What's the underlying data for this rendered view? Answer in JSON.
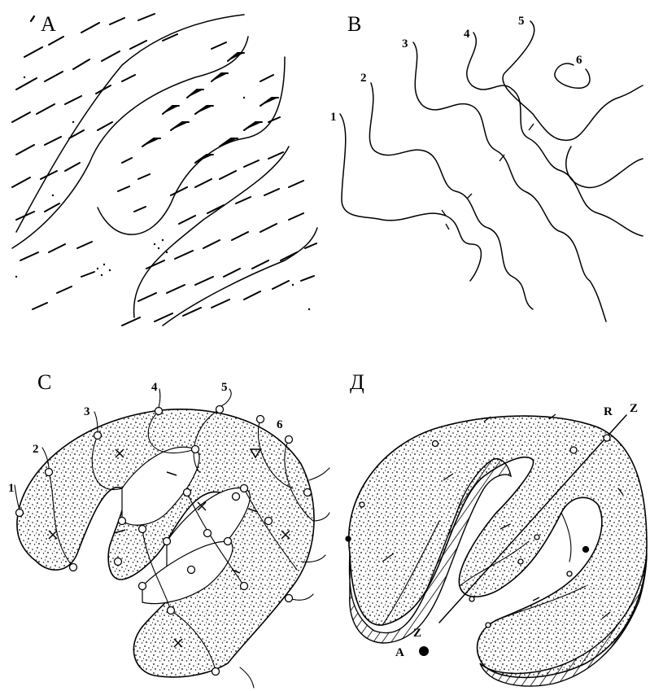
{
  "panels": {
    "a": {
      "letter": "А"
    },
    "b": {
      "letter": "В",
      "labels": [
        "1",
        "2",
        "3",
        "4",
        "5",
        "6"
      ]
    },
    "c": {
      "letter": "С",
      "labels": [
        "1",
        "2",
        "3",
        "4",
        "5",
        "6"
      ]
    },
    "d": {
      "letter": "Д",
      "labels": {
        "r": "R",
        "z_top": "Z",
        "z_bottom": "Z",
        "a": "A"
      }
    }
  },
  "colors": {
    "ink": "#000000",
    "paper": "#ffffff"
  }
}
